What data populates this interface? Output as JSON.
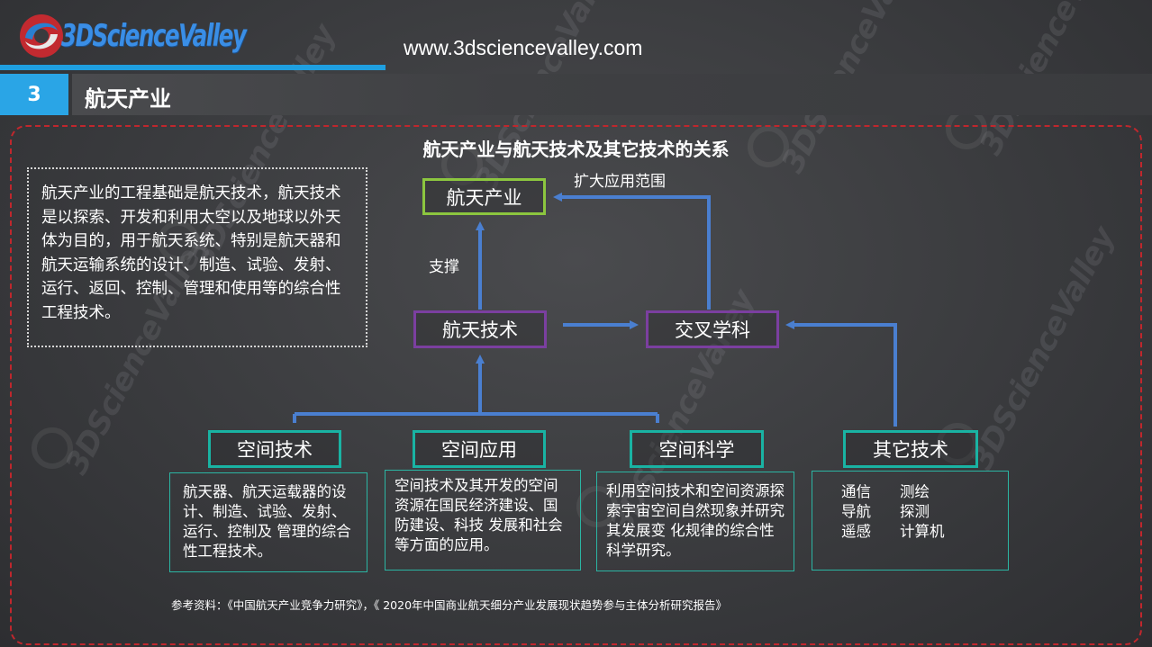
{
  "header": {
    "logo_text": "3DScienceValley",
    "site_url": "www.3dsciencevalley.com",
    "section_number": "3",
    "section_title": "航天产业"
  },
  "diagram": {
    "title": "航天产业与航天技术及其它技术的关系",
    "note": "航天产业的工程基础是航天技术，航天技术是以探索、开发和利用太空以及地球以外天体为目的，用于航天系统、特别是航天器和航天运输系统的设计、制造、试验、发射、运行、返回、控制、管理和使用等的综合性工程技术。",
    "nodes": {
      "aerospace_industry": "航天产业",
      "aerospace_tech": "航天技术",
      "cross_discipline": "交叉学科",
      "space_tech": "空间技术",
      "space_application": "空间应用",
      "space_science": "空间科学",
      "other_tech": "其它技术"
    },
    "edge_labels": {
      "support": "支撑",
      "expand": "扩大应用范围"
    },
    "details": {
      "space_tech": "航天器、航天运载器的设计、制造、试验、发射、运行、控制及 管理的综合性工程技术。",
      "space_application": "空间技术及其开发的空间资源在国民经济建设、国防建设、科技 发展和社会等方面的应用。",
      "space_science": "利用空间技术和空间资源探索宇宙空间自然现象并研究其发展变 化规律的综合性科学研究。",
      "other_tech": {
        "col1": [
          "通信",
          "导航",
          "遥感"
        ],
        "col2": [
          "测绘",
          "探测",
          "计算机"
        ]
      }
    },
    "references": "参考资料：《中国航天产业竞争力研究》，《 2020年中国商业航天细分产业发展现状趋势参与主体分析研究报告》"
  },
  "colors": {
    "accent_blue": "#2aa5e6",
    "frame_red": "#c0272d",
    "green": "#8cc63f",
    "purple": "#7b3fa0",
    "teal": "#19b3a3",
    "arrow_blue": "#4a7fd0"
  }
}
